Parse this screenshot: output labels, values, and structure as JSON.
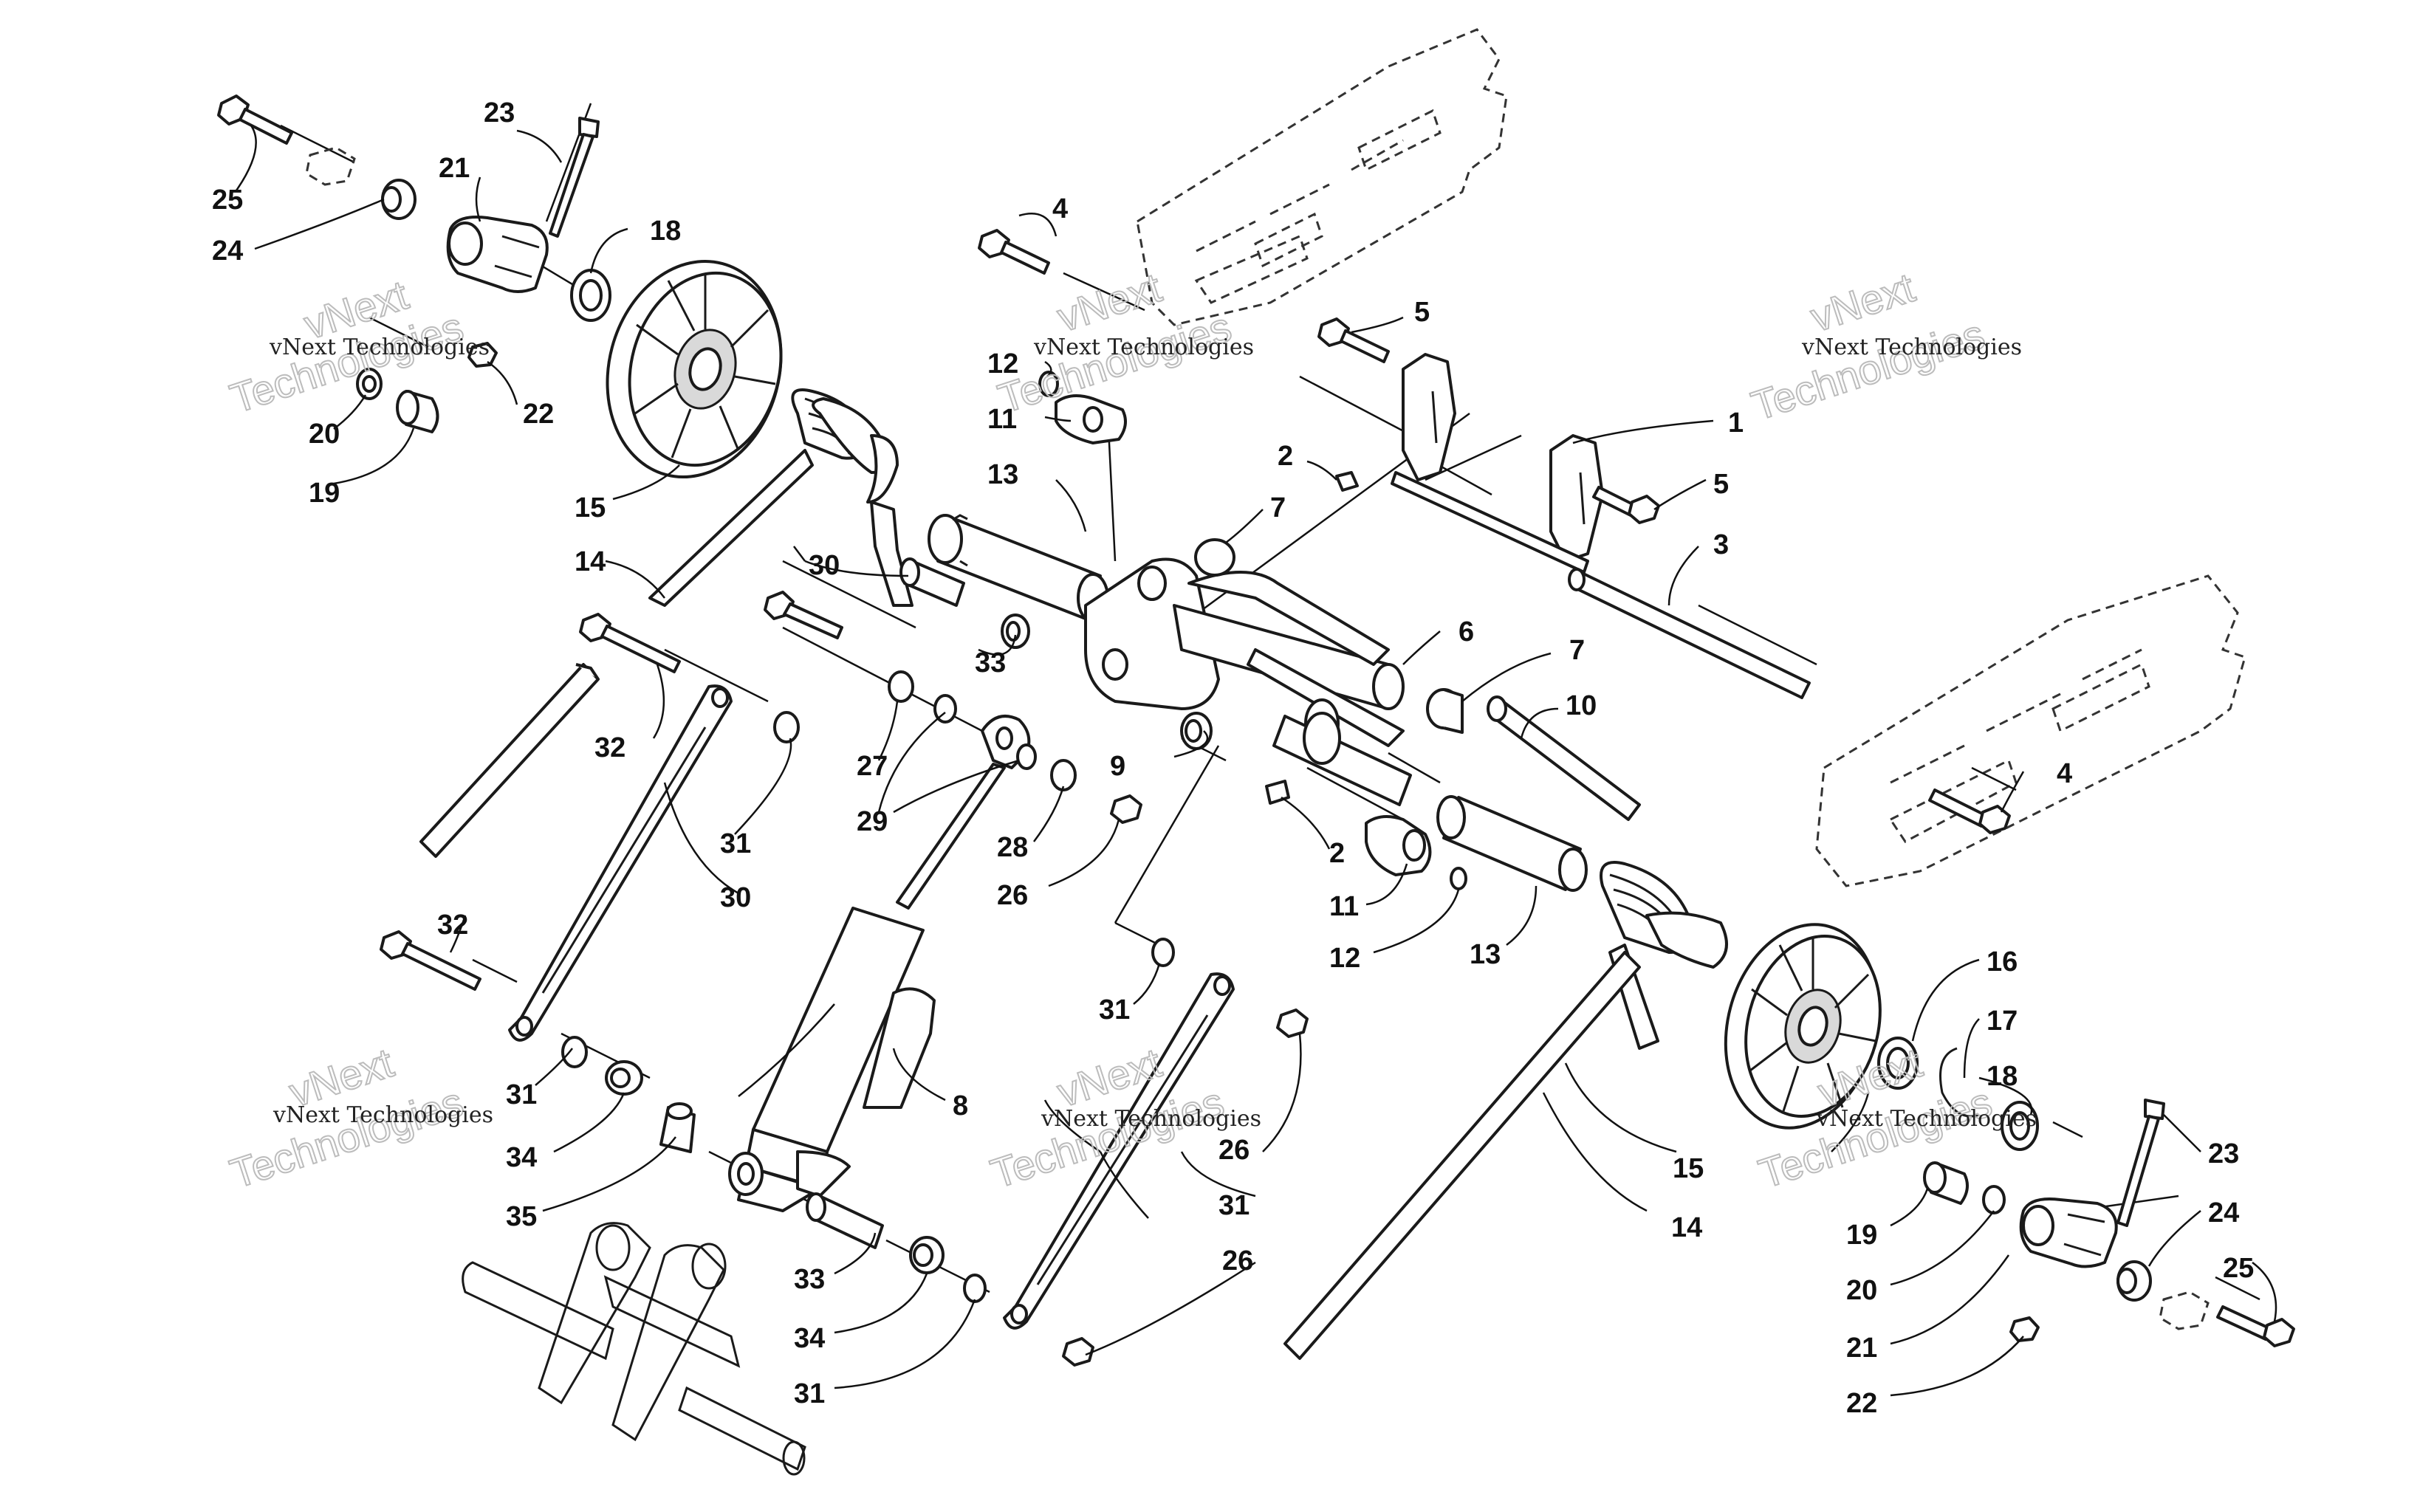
{
  "watermark": {
    "line1": "vNext Technologies",
    "line2": "Technologies",
    "overlay": "vNext"
  },
  "callouts": [
    {
      "id": "c1",
      "label": "1"
    },
    {
      "id": "c2a",
      "label": "2"
    },
    {
      "id": "c2b",
      "label": "2"
    },
    {
      "id": "c3",
      "label": "3"
    },
    {
      "id": "c4a",
      "label": "4"
    },
    {
      "id": "c4b",
      "label": "4"
    },
    {
      "id": "c5a",
      "label": "5"
    },
    {
      "id": "c5b",
      "label": "5"
    },
    {
      "id": "c6",
      "label": "6"
    },
    {
      "id": "c7a",
      "label": "7"
    },
    {
      "id": "c7b",
      "label": "7"
    },
    {
      "id": "c8",
      "label": "8"
    },
    {
      "id": "c9",
      "label": "9"
    },
    {
      "id": "c10",
      "label": "10"
    },
    {
      "id": "c11a",
      "label": "11"
    },
    {
      "id": "c11b",
      "label": "11"
    },
    {
      "id": "c12a",
      "label": "12"
    },
    {
      "id": "c12b",
      "label": "12"
    },
    {
      "id": "c13a",
      "label": "13"
    },
    {
      "id": "c13b",
      "label": "13"
    },
    {
      "id": "c14a",
      "label": "14"
    },
    {
      "id": "c14b",
      "label": "14"
    },
    {
      "id": "c15a",
      "label": "15"
    },
    {
      "id": "c15b",
      "label": "15"
    },
    {
      "id": "c16",
      "label": "16"
    },
    {
      "id": "c17",
      "label": "17"
    },
    {
      "id": "c18a",
      "label": "18"
    },
    {
      "id": "c18b",
      "label": "18"
    },
    {
      "id": "c19a",
      "label": "19"
    },
    {
      "id": "c19b",
      "label": "19"
    },
    {
      "id": "c20a",
      "label": "20"
    },
    {
      "id": "c20b",
      "label": "20"
    },
    {
      "id": "c21a",
      "label": "21"
    },
    {
      "id": "c21b",
      "label": "21"
    },
    {
      "id": "c22a",
      "label": "22"
    },
    {
      "id": "c22b",
      "label": "22"
    },
    {
      "id": "c23a",
      "label": "23"
    },
    {
      "id": "c23b",
      "label": "23"
    },
    {
      "id": "c24a",
      "label": "24"
    },
    {
      "id": "c24b",
      "label": "24"
    },
    {
      "id": "c25a",
      "label": "25"
    },
    {
      "id": "c25b",
      "label": "25"
    },
    {
      "id": "c26a",
      "label": "26"
    },
    {
      "id": "c26b",
      "label": "26"
    },
    {
      "id": "c26c",
      "label": "26"
    },
    {
      "id": "c27a",
      "label": "27"
    },
    {
      "id": "c27b",
      "label": "27"
    },
    {
      "id": "c28",
      "label": "28"
    },
    {
      "id": "c29",
      "label": "29"
    },
    {
      "id": "c30a",
      "label": "30"
    },
    {
      "id": "c30b",
      "label": "30"
    },
    {
      "id": "c31a",
      "label": "31"
    },
    {
      "id": "c31b",
      "label": "31"
    },
    {
      "id": "c31c",
      "label": "31"
    },
    {
      "id": "c31d",
      "label": "31"
    },
    {
      "id": "c32a",
      "label": "32"
    },
    {
      "id": "c32b",
      "label": "32"
    },
    {
      "id": "c33a",
      "label": "33"
    },
    {
      "id": "c33b",
      "label": "33"
    },
    {
      "id": "c34a",
      "label": "34"
    },
    {
      "id": "c34b",
      "label": "34"
    },
    {
      "id": "c35",
      "label": "35"
    }
  ]
}
